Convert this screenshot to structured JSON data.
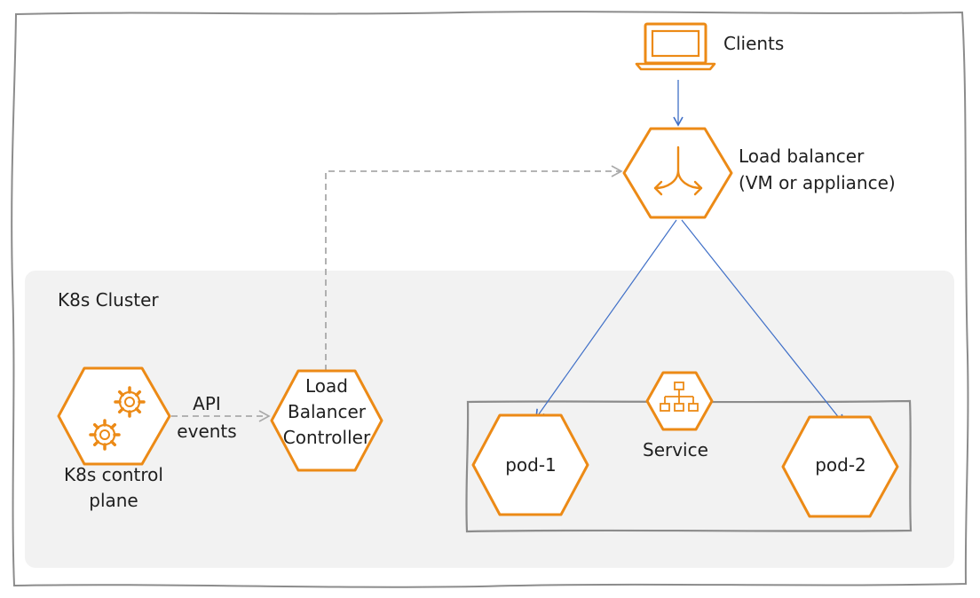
{
  "clients": {
    "label": "Clients",
    "icon": "laptop-icon"
  },
  "load_balancer": {
    "label_line1": "Load balancer",
    "label_line2": "(VM or appliance)",
    "icon": "load-balancer-icon"
  },
  "cluster": {
    "label": "K8s Cluster"
  },
  "control_plane": {
    "label_line1": "K8s control",
    "label_line2": "plane",
    "icon": "gears-icon"
  },
  "api_events": {
    "label_line1": "API",
    "label_line2": "events"
  },
  "lb_controller": {
    "label_line1": "Load",
    "label_line2": "Balancer",
    "label_line3": "Controller"
  },
  "service": {
    "label": "Service",
    "icon": "hierarchy-icon"
  },
  "pods": [
    {
      "label": "pod-1"
    },
    {
      "label": "pod-2"
    }
  ],
  "colors": {
    "accent": "#ec8a16",
    "arrow_solid": "#3f6fc7",
    "arrow_dashed": "#a9a9a9",
    "cluster_bg": "#f2f2f2",
    "border": "#8c8c8c"
  }
}
